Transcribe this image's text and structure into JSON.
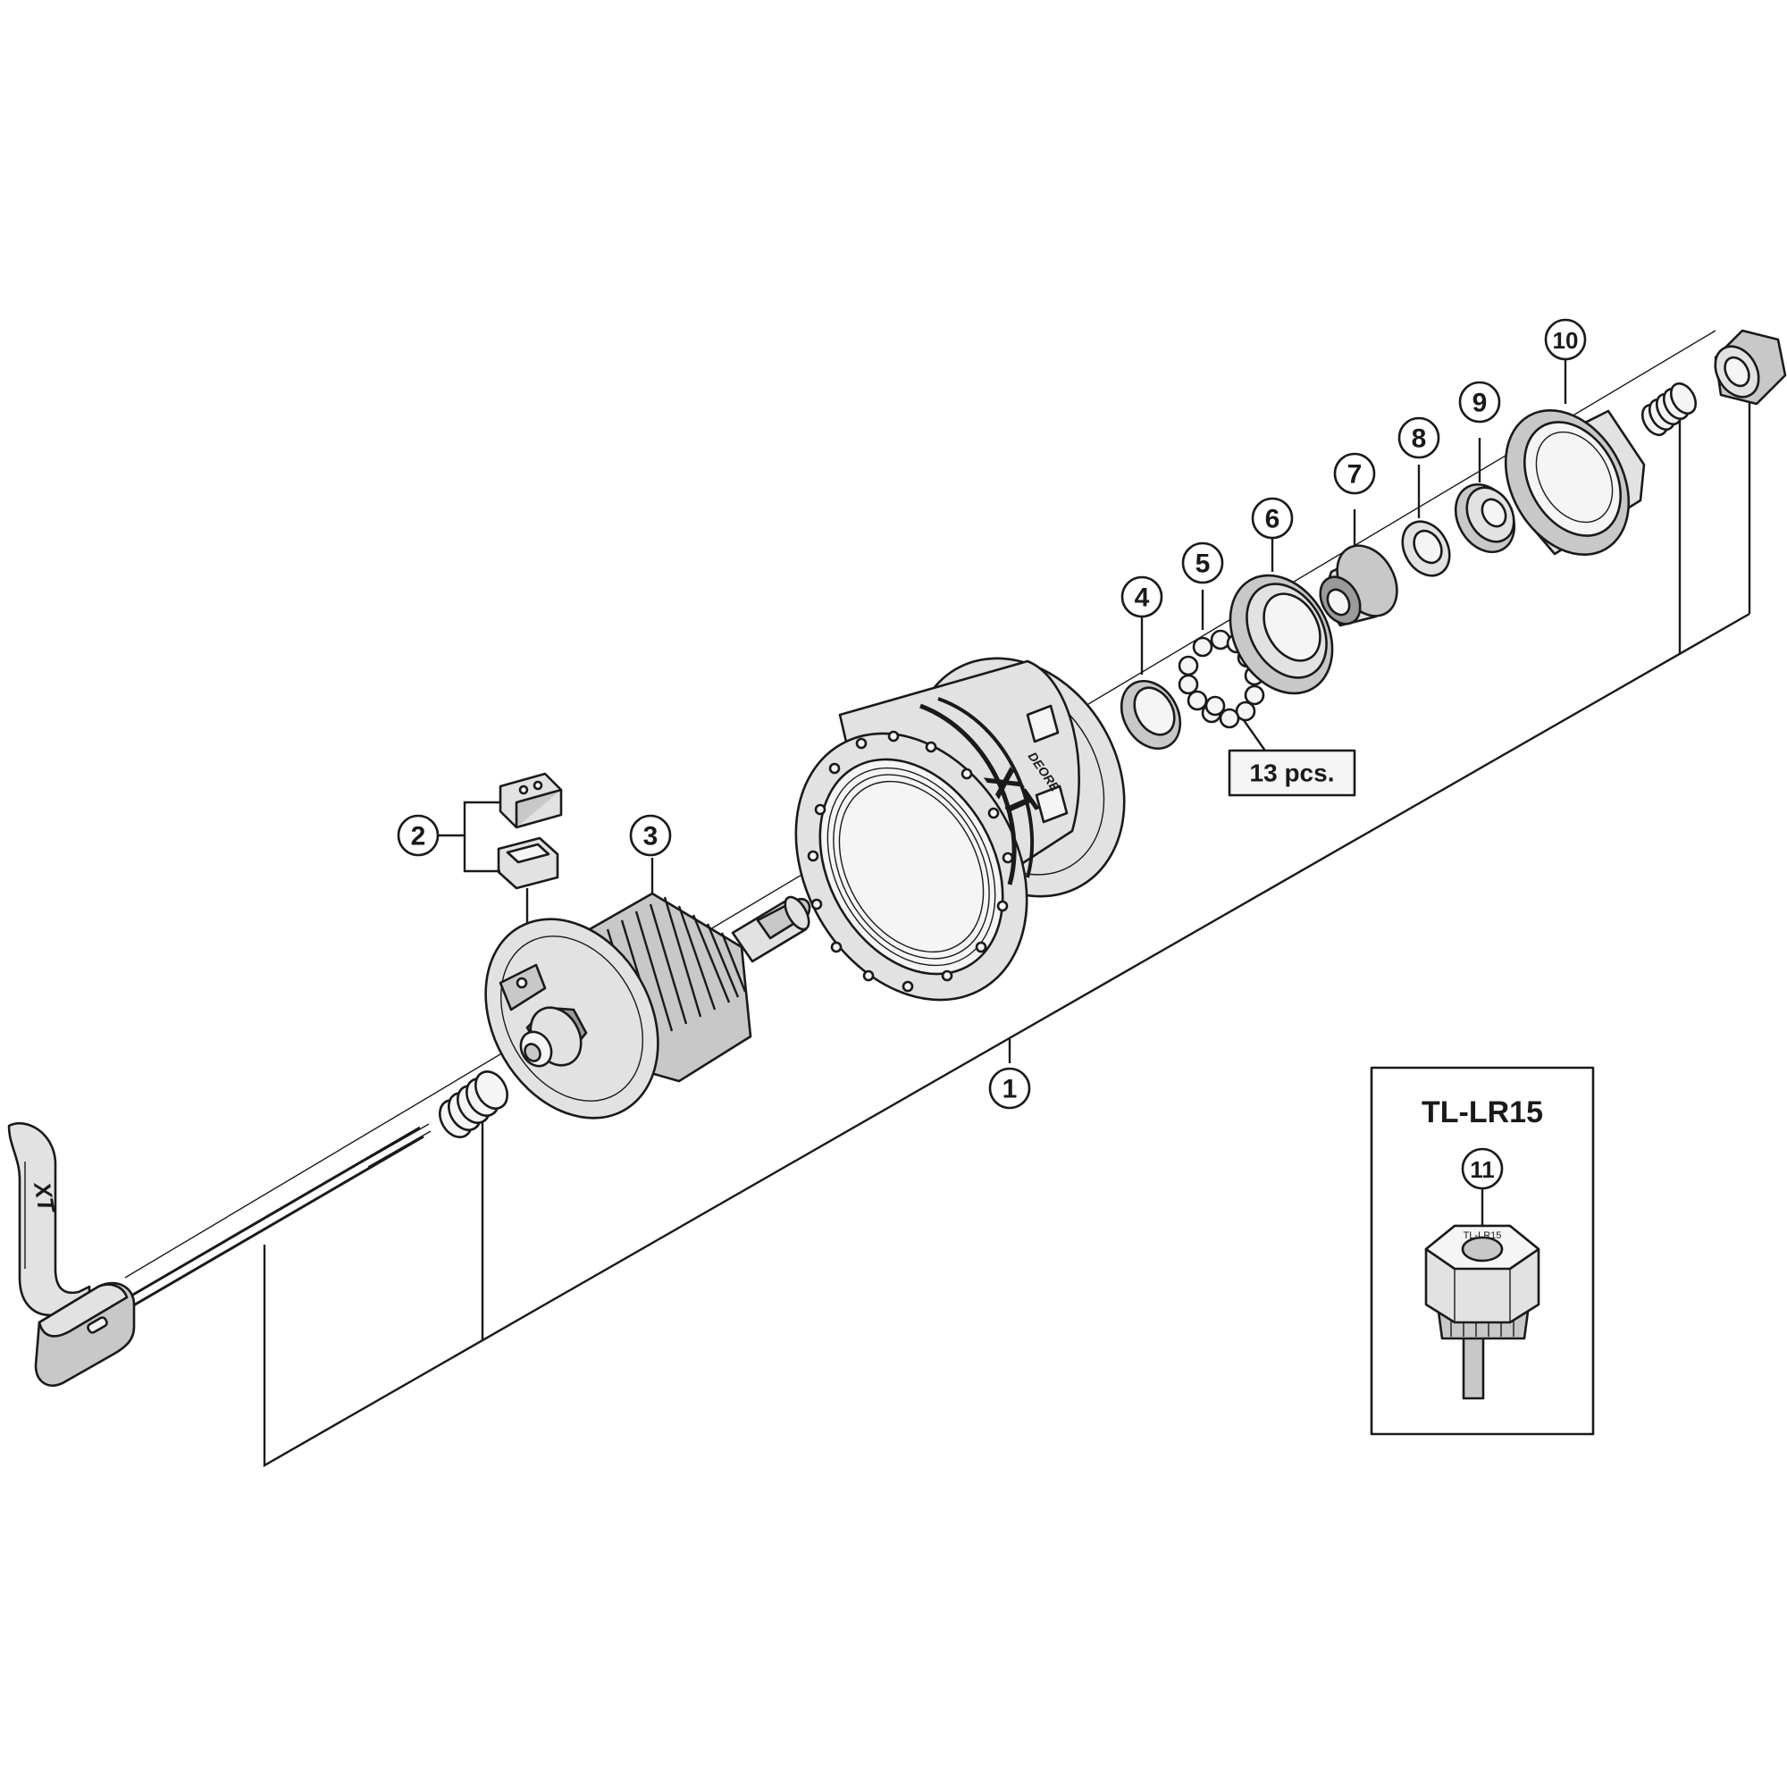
{
  "diagram": {
    "callouts": [
      {
        "id": "1",
        "label": "1"
      },
      {
        "id": "2",
        "label": "2"
      },
      {
        "id": "3",
        "label": "3"
      },
      {
        "id": "4",
        "label": "4"
      },
      {
        "id": "5",
        "label": "5"
      },
      {
        "id": "6",
        "label": "6"
      },
      {
        "id": "7",
        "label": "7"
      },
      {
        "id": "8",
        "label": "8"
      },
      {
        "id": "9",
        "label": "9"
      },
      {
        "id": "10",
        "label": "10"
      },
      {
        "id": "11",
        "label": "11"
      }
    ],
    "ball_count_label": "13 pcs.",
    "tool_box_title": "TL-LR15",
    "hub_logo": "XT",
    "hub_logo_sub": "DEORE",
    "lever_logo": "XT",
    "tool_engraving": "TL-LR15"
  }
}
